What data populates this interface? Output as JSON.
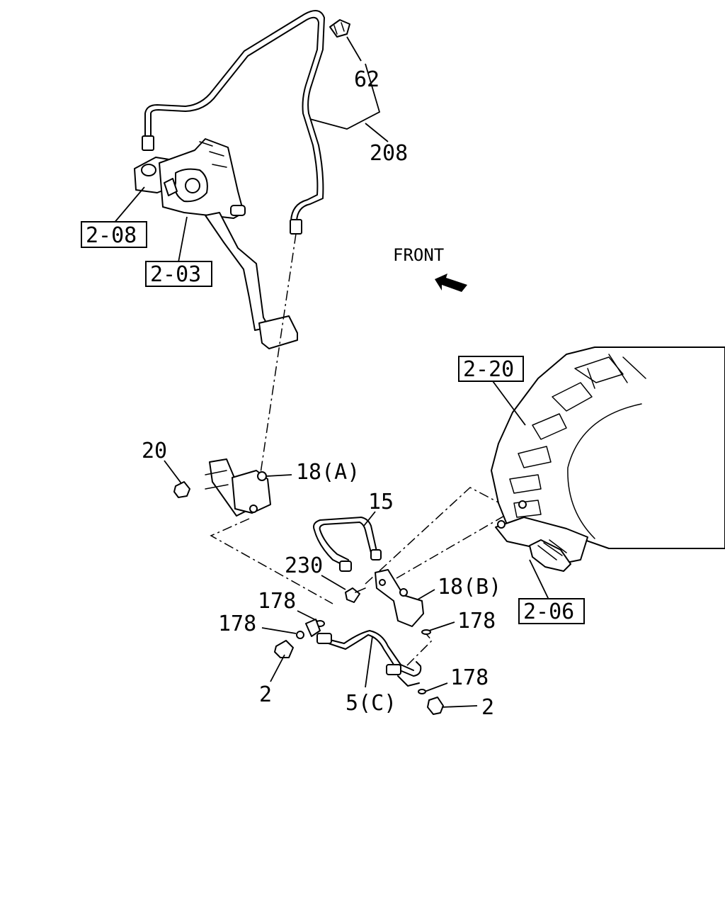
{
  "front_label": "FRONT",
  "ref_boxes": {
    "ref_2_08": "2-08",
    "ref_2_03": "2-03",
    "ref_2_20": "2-20",
    "ref_2_06": "2-06"
  },
  "part_labels": {
    "p62": "62",
    "p208": "208",
    "p20": "20",
    "p18a": "18(A)",
    "p15": "15",
    "p230": "230",
    "p18b": "18(B)",
    "p178_a": "178",
    "p178_b": "178",
    "p178_c": "178",
    "p178_d": "178",
    "p2_left": "2",
    "p5c": "5(C)",
    "p2_right": "2"
  }
}
